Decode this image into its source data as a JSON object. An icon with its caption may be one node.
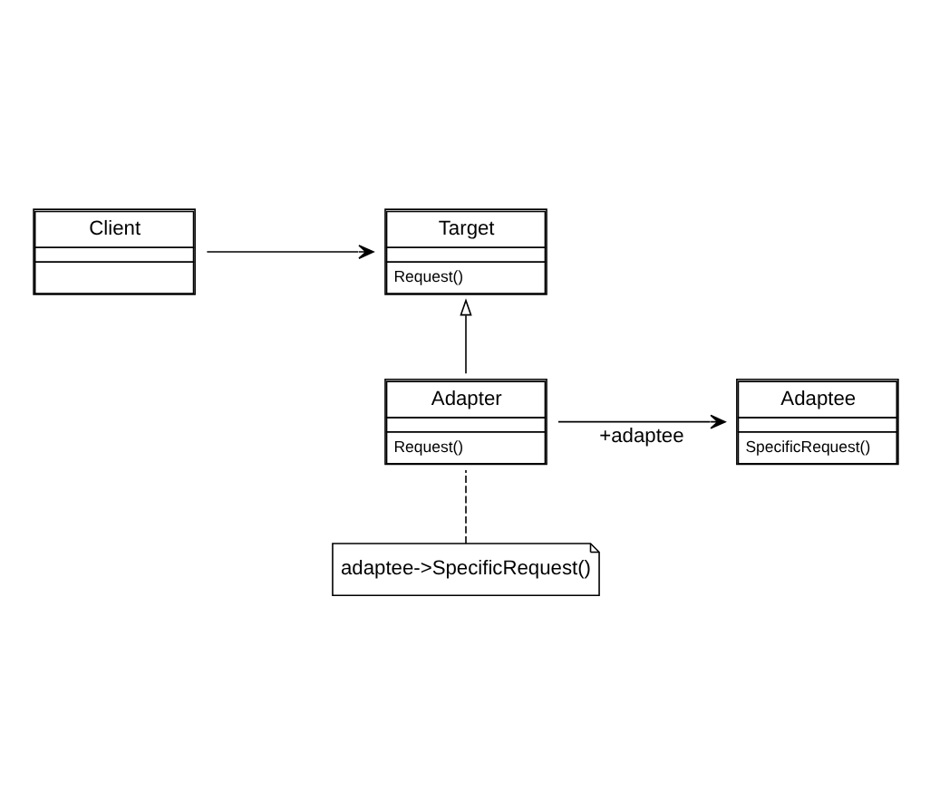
{
  "diagram": {
    "nodes": [
      {
        "text": [
          "Client"
        ]
      },
      {
        "text": [
          "Target",
          "Request()"
        ]
      },
      {
        "text": [
          "Adapter",
          "Request()"
        ]
      },
      {
        "text": [
          "Adaptee",
          "SpecificRequest()"
        ]
      },
      {
        "text": [
          "adaptee->SpecificRequest()"
        ]
      }
    ],
    "edges": [
      {
        "from": 0,
        "to": 1,
        "arrow": "to"
      },
      {
        "from": 2,
        "to": 1,
        "arrow": "to"
      },
      {
        "from": 2,
        "to": 3,
        "arrow": "to",
        "label": "+adaptee"
      },
      {
        "from": 4,
        "to": 2,
        "arrow": "none",
        "style": "dashed"
      }
    ]
  }
}
